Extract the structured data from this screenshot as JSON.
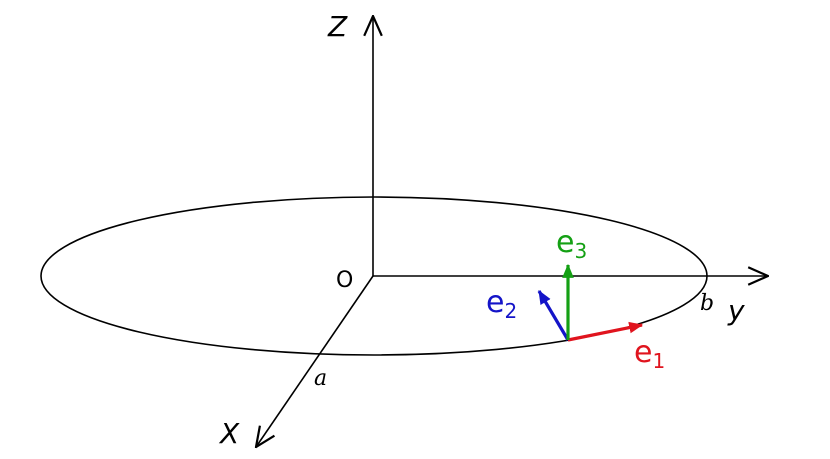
{
  "axes": {
    "z_label": "Z",
    "y_label": "y",
    "x_label": "X"
  },
  "origin_label": "O",
  "points": {
    "a_label": "a",
    "b_label": "b"
  },
  "vectors": [
    {
      "id": "e1",
      "base": "e",
      "sub": "1",
      "color": "#e0141e"
    },
    {
      "id": "e2",
      "base": "e",
      "sub": "2",
      "color": "#1414c8"
    },
    {
      "id": "e3",
      "base": "e",
      "sub": "3",
      "color": "#14a014"
    }
  ],
  "colors": {
    "line": "#000000"
  }
}
